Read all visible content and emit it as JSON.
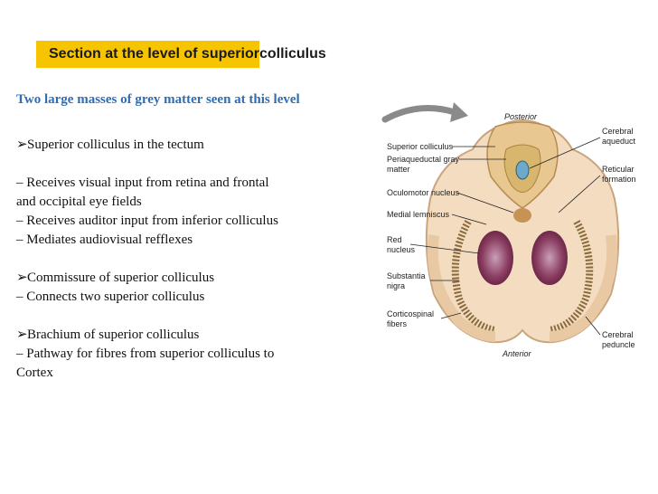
{
  "title": {
    "highlighted": "Section at the level of superior",
    "rest": " colliculus"
  },
  "subtitle": "Two large masses of grey matter seen at this level",
  "lines": {
    "l1": "Superior colliculus in the tectum",
    "l2": "– Receives visual input from retina and frontal",
    "l3": "and occipital eye fields",
    "l4": "– Receives auditor input from inferior colliculus",
    "l5": "– Mediates audiovisual refflexes",
    "l6": "Commissure of superior colliculus",
    "l7": "– Connects two superior colliculus",
    "l8": "Brachium of superior colliculus",
    "l9": "– Pathway for fibres from superior colliculus to",
    "l10": "Cortex"
  },
  "figure_labels": {
    "posterior": "Posterior",
    "anterior": "Anterior",
    "superior_colliculus": "Superior colliculus",
    "periaqueductal_1": "Periaqueductal gray",
    "periaqueductal_2": "matter",
    "oculomotor": "Oculomotor nucleus",
    "medial_lemniscus": "Medial lemniscus",
    "red_1": "Red",
    "red_2": "nucleus",
    "substantia_1": "Substantia",
    "substantia_2": "nigra",
    "corticospinal_1": "Corticospinal",
    "corticospinal_2": "fibers",
    "cerebral_aqueduct_1": "Cerebral",
    "cerebral_aqueduct_2": "aqueduct",
    "reticular_1": "Reticular",
    "reticular_2": "formation",
    "cerebral_peduncle_1": "Cerebral",
    "cerebral_peduncle_2": "peduncle"
  },
  "colors": {
    "highlight": "#f6c400",
    "subtitle": "#2e6db3"
  }
}
